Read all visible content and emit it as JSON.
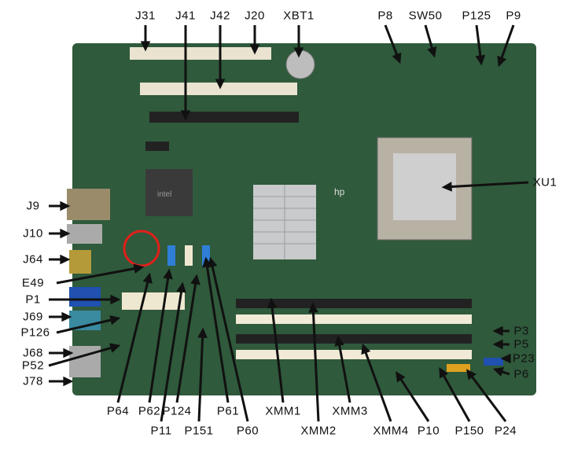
{
  "title": "Motherboard component locations",
  "labels": {
    "top": [
      "J31",
      "J41",
      "J42",
      "J20",
      "XBT1",
      "P8",
      "SW50",
      "P125",
      "P9"
    ],
    "left": [
      "J9",
      "J10",
      "J64",
      "E49",
      "P1",
      "J69",
      "P126",
      "J68",
      "P52",
      "J78"
    ],
    "right": [
      "XU1",
      "P3",
      "P5",
      "P23",
      "P6"
    ],
    "bottom": [
      "P64",
      "P62",
      "P11",
      "P124",
      "P151",
      "P61",
      "P60",
      "XMM1",
      "XMM2",
      "XMM3",
      "XMM4",
      "P10",
      "P150",
      "P24"
    ]
  },
  "board_text": {
    "logo": "hp",
    "chip_label": "intel"
  },
  "colors": {
    "board": "#2f5a3c",
    "highlight_circle": "#e0201a",
    "sata": "#2f7fd6"
  }
}
